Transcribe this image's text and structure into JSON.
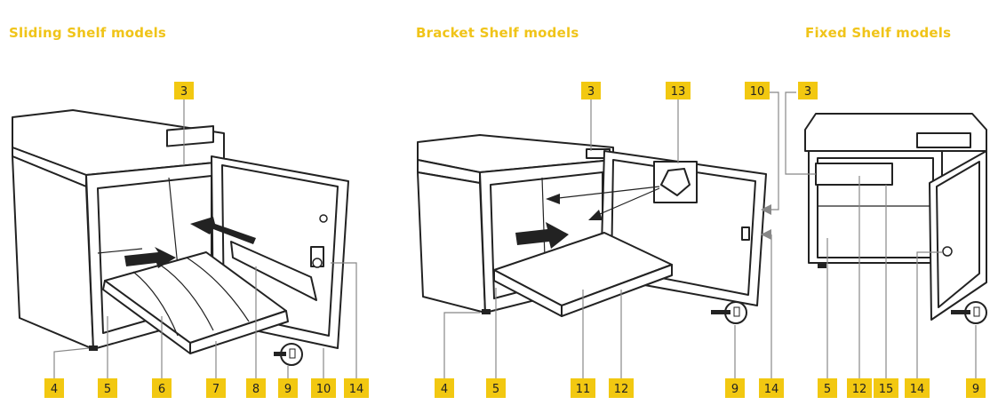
{
  "sections": [
    {
      "title": "Sliding Shelf models"
    },
    {
      "title": "Bracket Shelf models"
    },
    {
      "title": "Fixed Shelf models"
    }
  ],
  "callouts": {
    "sliding_top": [
      "3"
    ],
    "sliding_bottom": [
      "4",
      "5",
      "6",
      "7",
      "8",
      "9",
      "10",
      "14"
    ],
    "bracket_top": [
      "3",
      "13"
    ],
    "bracket_bottom": [
      "4",
      "5",
      "11",
      "12",
      "9",
      "14"
    ],
    "fixed_top": [
      "10",
      "3"
    ],
    "fixed_bottom": [
      "5",
      "12",
      "15",
      "14",
      "9"
    ]
  }
}
